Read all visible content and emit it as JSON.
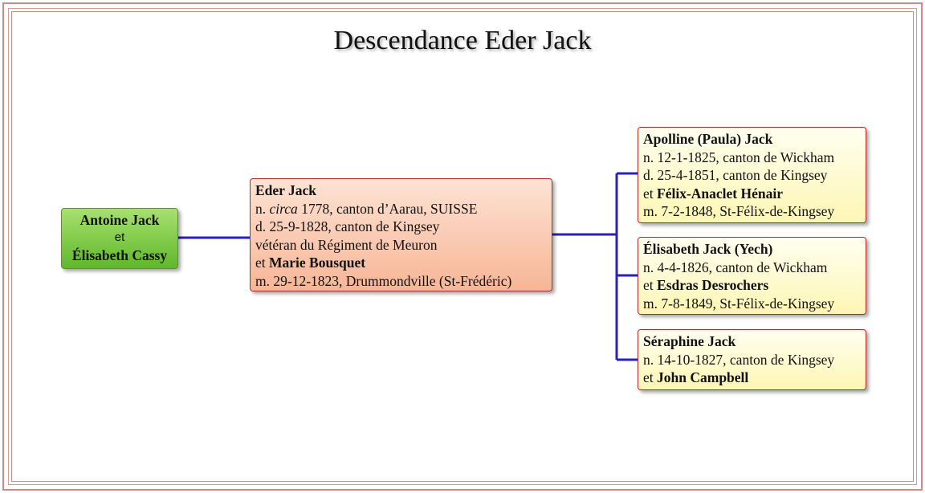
{
  "title": "Descendance Eder Jack",
  "parents": {
    "father": "Antoine Jack",
    "conj": "et",
    "mother": "Élisabeth Cassy"
  },
  "subject": {
    "name": "Eder Jack",
    "birth_prefix": "n. ",
    "birth_circa": "circa",
    "birth_rest": " 1778, canton d’Aarau, SUISSE",
    "death": "d. 25-9-1828, canton de Kingsey",
    "note": "vétéran du Régiment de Meuron",
    "spouse_prefix": "et ",
    "spouse": "Marie Bousquet",
    "marriage": "m. 29-12-1823, Drummondville (St-Frédéric)"
  },
  "children": [
    {
      "name": "Apolline (Paula) Jack",
      "birth": "n. 12-1-1825, canton de Wickham",
      "death": "d. 25-4-1851, canton de Kingsey",
      "spouse_prefix": "et ",
      "spouse": "Félix-Anaclet Hénair",
      "marriage": "m. 7-2-1848, St-Félix-de-Kingsey"
    },
    {
      "name": "Élisabeth Jack (Yech)",
      "birth": "n. 4-4-1826, canton de Wickham",
      "spouse_prefix": "et ",
      "spouse": "Esdras Desrochers",
      "marriage": "m. 7-8-1849, St-Félix-de-Kingsey"
    },
    {
      "name": "Séraphine Jack",
      "birth": "n. 14-10-1827, canton de Kingsey",
      "spouse_prefix": "et ",
      "spouse": "John Campbell"
    }
  ],
  "colors": {
    "connector": "#2a1fb8",
    "border": "#b02a2a",
    "frame": "#cf8a86"
  }
}
